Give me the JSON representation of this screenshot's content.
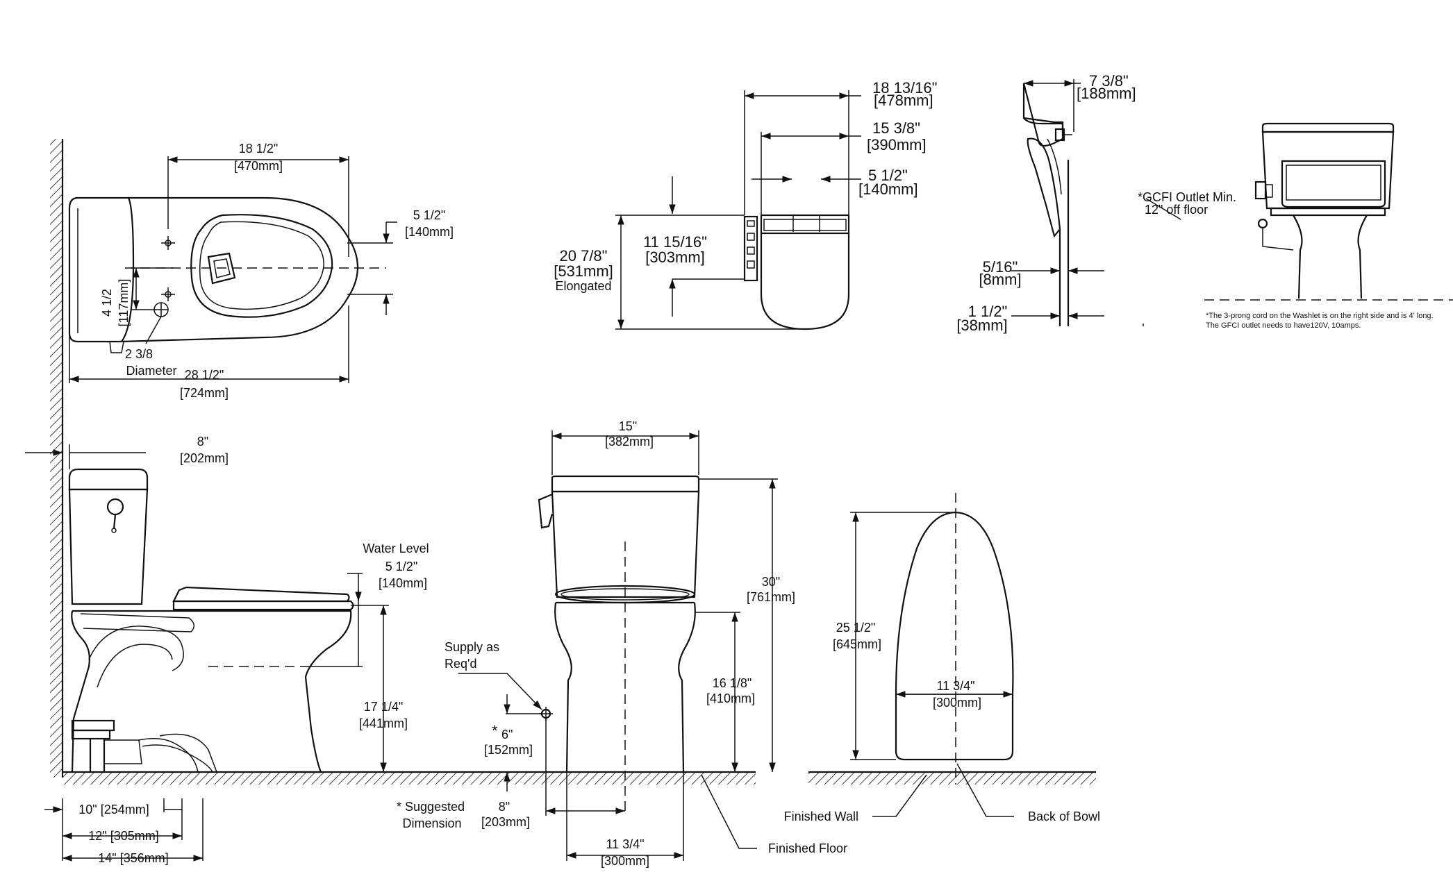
{
  "top_view": {
    "width_dim": "18 1/2\"",
    "width_dim_mm": "[470mm]",
    "right_dim": "5 1/2\"",
    "right_dim_mm": "[140mm]",
    "left_dim": "4 1/2",
    "left_dim_mm": "[117mm]",
    "supply_diameter": "2 3/8",
    "diameter_label": "Diameter",
    "length_dim": "28 1/2\"",
    "length_dim_mm": "[724mm]"
  },
  "seat_top_view": {
    "overall": "18 13/16\"",
    "overall_mm": "[478mm]",
    "mid": "15 3/8\"",
    "mid_mm": "[390mm]",
    "hinge": "5 1/2\"",
    "hinge_mm": "[140mm]",
    "length": "20 7/8\"",
    "length_mm": "[531mm]",
    "length_note": "Elongated",
    "inner": "11 15/16\"",
    "inner_mm": "[303mm]"
  },
  "seat_side_view": {
    "top": "7 3/8\"",
    "top_mm": "[188mm]",
    "gap": "5/16\"",
    "gap_mm": "[8mm]",
    "thick": "1 1/2\"",
    "thick_mm": "[38mm]"
  },
  "outlet": {
    "label_line1": "*GCFI Outlet Min.",
    "label_line2": "12\" off floor",
    "note_line1": "*The 3-prong cord on the Washlet is on the right side and is 4' long.",
    "note_line2": "The GFCI outlet needs to have120V, 10amps."
  },
  "side_view": {
    "tank_depth": "8\"",
    "tank_depth_mm": "[202mm]",
    "water_level": "Water Level",
    "water_dim": "5 1/2\"",
    "water_dim_mm": "[140mm]",
    "rim_height": "17 1/4\"",
    "rim_height_mm": "[441mm]",
    "rough_10": "10\" [254mm]",
    "rough_12": "12\" [305mm]",
    "rough_14": "14\" [356mm]"
  },
  "front_view": {
    "tank_width": "15\"",
    "tank_width_mm": "[382mm]",
    "height": "30\"",
    "height_mm": "[761mm]",
    "bowl_height": "16 1/8\"",
    "bowl_height_mm": "[410mm]",
    "base_width": "11 3/4\"",
    "base_width_mm": "[300mm]",
    "supply_label_1": "Supply as",
    "supply_label_2": "Req'd",
    "supply_height": "6\"",
    "supply_height_mm": "[152mm]",
    "supply_offset": "8\"",
    "supply_offset_mm": "[203mm]",
    "suggested_1": "* Suggested",
    "suggested_2": "Dimension",
    "finished_floor": "Finished Floor"
  },
  "bowl_view": {
    "length": "25 1/2\"",
    "length_mm": "[645mm]",
    "width": "11 3/4\"",
    "width_mm": "[300mm]",
    "finished_wall": "Finished Wall",
    "back_of_bowl": "Back of Bowl"
  }
}
